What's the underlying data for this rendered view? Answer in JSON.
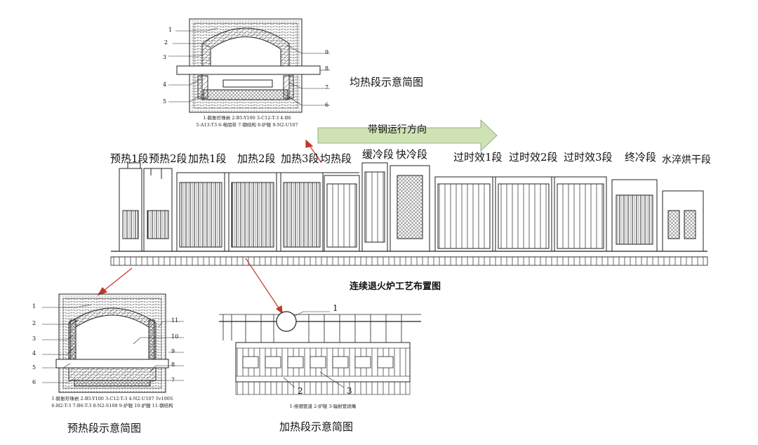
{
  "colors": {
    "arrow_fill": "#cfe2b4",
    "leader_red": "#c0392b",
    "brick": "#b9b9b9",
    "insulation": "#e8e8e8"
  },
  "top_detail": {
    "caption": "均热段示意简图",
    "legend_line1": "1-膨胀珍珠岩   2-B5-Y100   3-C12-T-3   4-B6",
    "legend_line2": "5-A13-T3   6-电阻带   7-钢结构   8-炉辊  9-N2-U107",
    "numbers_left": [
      "1",
      "2",
      "3",
      "4",
      "5"
    ],
    "numbers_right": [
      "9",
      "8",
      "7",
      "6"
    ]
  },
  "strip_direction": "带钢运行方向",
  "sections": [
    "预热1段",
    "预热2段",
    "加热1段",
    "加热2段",
    "加热3段",
    "均热段",
    "缓冷段",
    "快冷段",
    "过时效1段",
    "过时效2段",
    "过时效3段",
    "终冷段",
    "水淬烘干段"
  ],
  "main_title": "连续退火炉工艺布置图",
  "preheat_detail": {
    "caption": "预热段示意简图",
    "legend_line1": "1-膨胀珍珠岩   2-B5-Y100   3-C12-T-3   4-N2-U107   5v100S",
    "legend_line2": "6-H2-T-3   7-B6-T-3   8-N2-S108   9-炉辊   10-炉膛   11-钢结构",
    "numbers_left": [
      "1",
      "2",
      "3",
      "4",
      "5",
      "6"
    ],
    "numbers_right": [
      "11",
      "10",
      "9",
      "8",
      "7"
    ]
  },
  "heating_detail": {
    "caption": "加热段示意简图",
    "legend": "1-排烟管道   2-炉辊   3-辐射管烧嘴",
    "numbers": [
      "1",
      "2",
      "3"
    ]
  }
}
